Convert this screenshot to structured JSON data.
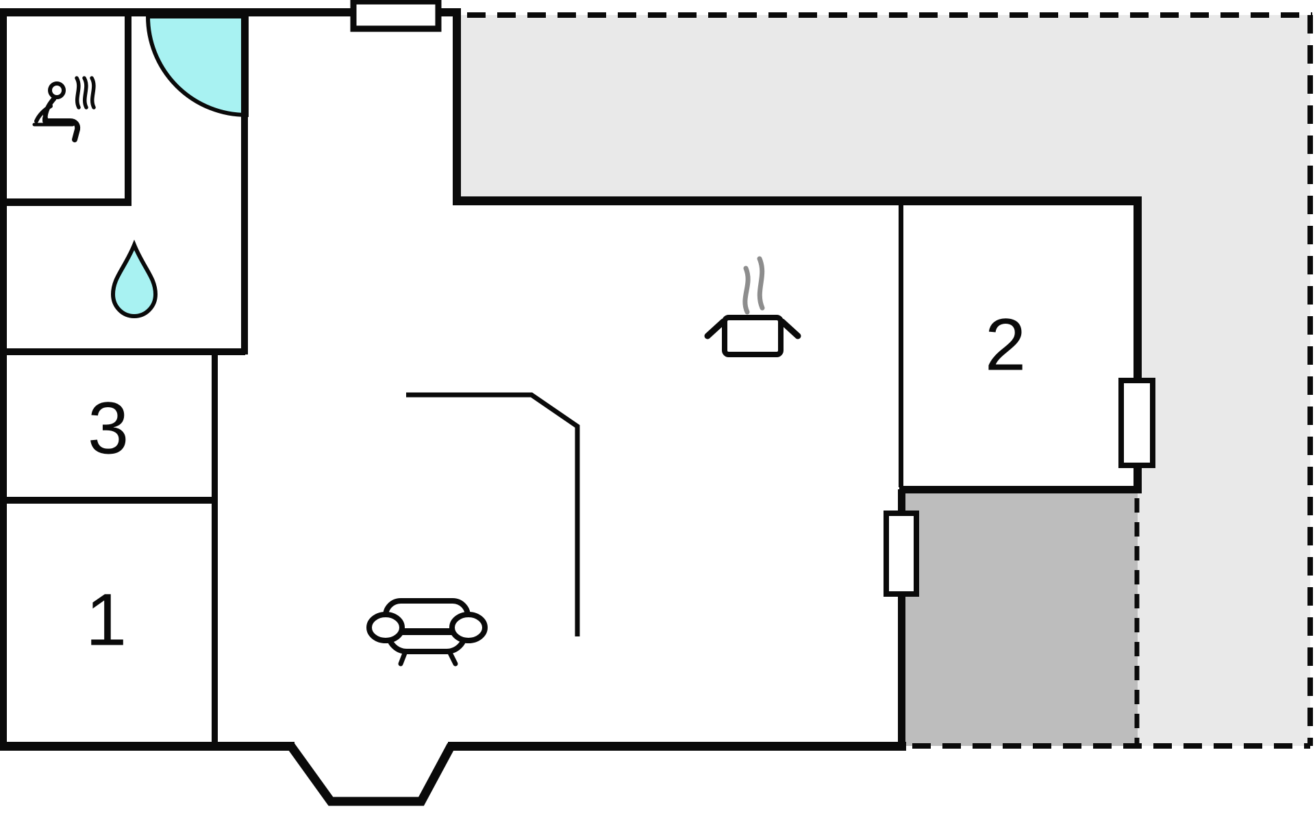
{
  "plan": {
    "type": "floor-plan",
    "rooms": {
      "room1_label": "1",
      "room2_label": "2",
      "room3_label": "3"
    },
    "colors": {
      "wall": "#0a0a0a",
      "water_fill": "#a8f2f2",
      "terrace_light": "#e9e9e9",
      "terrace_dark": "#bdbdbd",
      "steam_gray": "#8d8d8d",
      "white": "#ffffff"
    },
    "icons": {
      "sauna": "sauna-person-icon",
      "shower": "shower-quarter-circle-icon",
      "water": "water-drop-icon",
      "pot": "cooking-pot-icon",
      "sofa": "sofa-icon"
    }
  }
}
